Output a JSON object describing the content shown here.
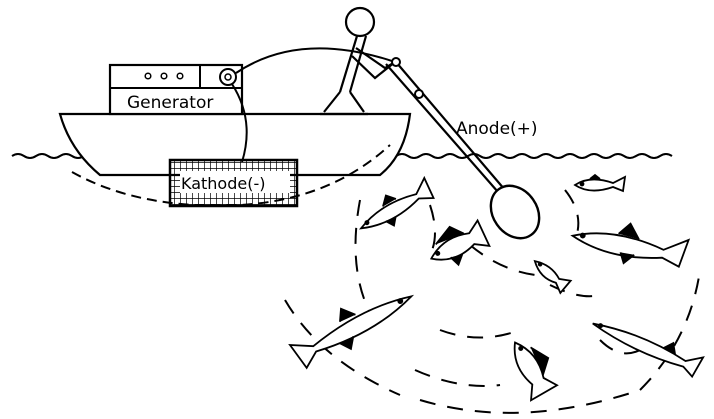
{
  "labels": {
    "generator": "Generator",
    "kathode": "Kathode(-)",
    "anode": "Anode(+)"
  },
  "colors": {
    "ink": "#000000",
    "background": "#ffffff"
  }
}
